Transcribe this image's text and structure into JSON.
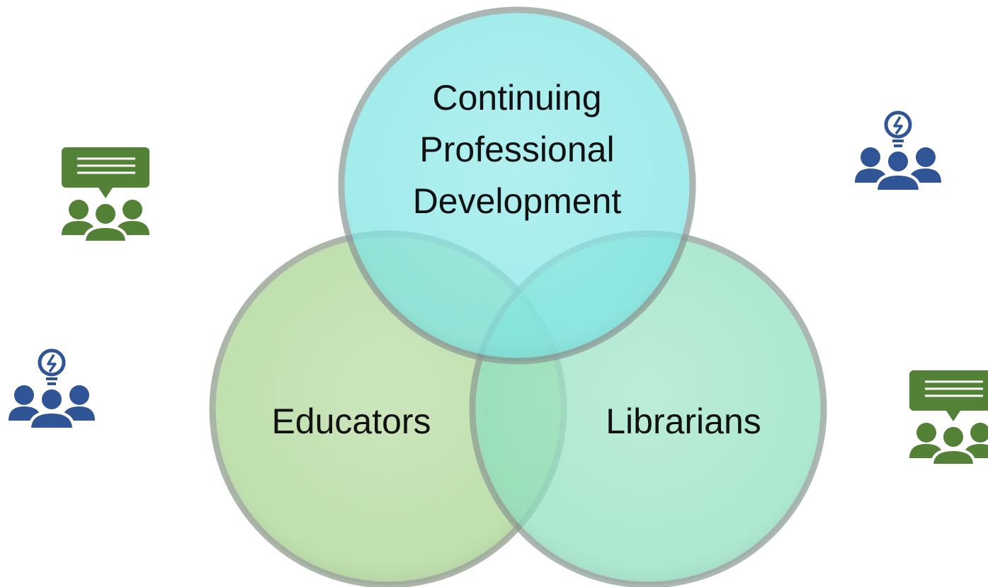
{
  "diagram": {
    "type": "venn",
    "circles": [
      {
        "id": "cpd",
        "label_lines": [
          "Continuing",
          "Professional",
          "Development"
        ],
        "fill": "#7fe6e6",
        "stroke": "#8a9a98"
      },
      {
        "id": "educators",
        "label_lines": [
          "Educators"
        ],
        "fill": "#a9d58f",
        "stroke": "#8b9a88"
      },
      {
        "id": "librarians",
        "label_lines": [
          "Librarians"
        ],
        "fill": "#8ee0bf",
        "stroke": "#8c9c95"
      }
    ]
  },
  "icons": [
    {
      "name": "group-discussion-icon",
      "color": "#538135",
      "variant": "chat"
    },
    {
      "name": "group-idea-icon",
      "color": "#2f5597",
      "variant": "idea"
    },
    {
      "name": "group-idea-icon",
      "color": "#2f5597",
      "variant": "idea"
    },
    {
      "name": "group-discussion-icon",
      "color": "#538135",
      "variant": "chat"
    }
  ]
}
